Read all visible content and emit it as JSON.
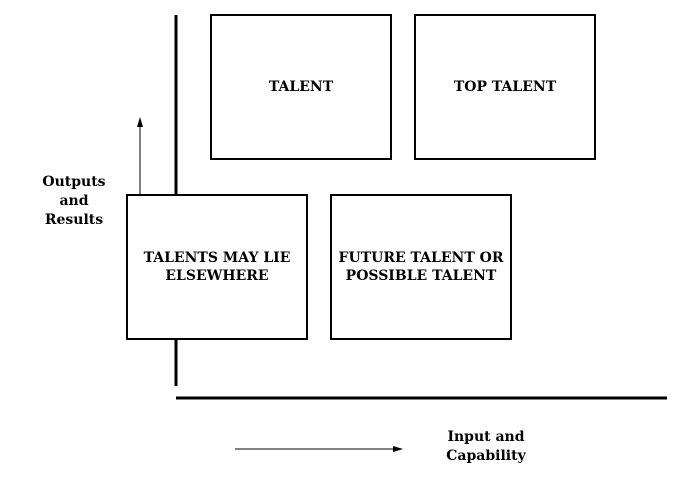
{
  "boxes": {
    "talent": {
      "line1": "TALENT"
    },
    "top_talent": {
      "line1": "TOP TALENT"
    },
    "elsewhere": {
      "line1": "TALENTS MAY LIE",
      "line2": "ELSEWHERE"
    },
    "future": {
      "line1": "FUTURE TALENT OR",
      "line2": "POSSIBLE TALENT"
    }
  },
  "axes": {
    "y_label": {
      "line1": "Outputs",
      "line2": "and",
      "line3": "Results"
    },
    "x_label": {
      "line1": "Input and",
      "line2": "Capability"
    }
  }
}
